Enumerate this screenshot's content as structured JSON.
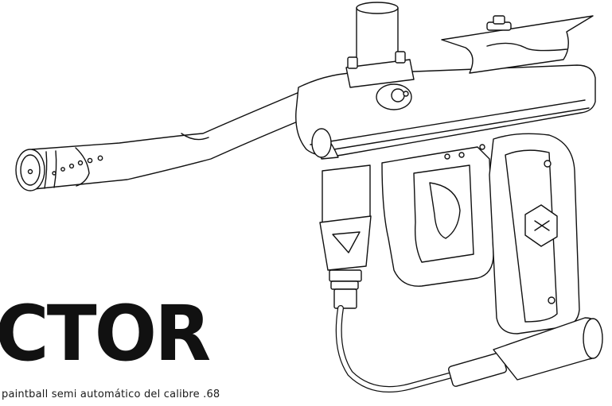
{
  "brand": {
    "wordmark": "CTOR"
  },
  "caption": "paintball semi automático del calibre .68",
  "illustration": {
    "subject": "paintball-marker-line-drawing",
    "line_color": "#111111",
    "fill_color": "#ffffff"
  }
}
